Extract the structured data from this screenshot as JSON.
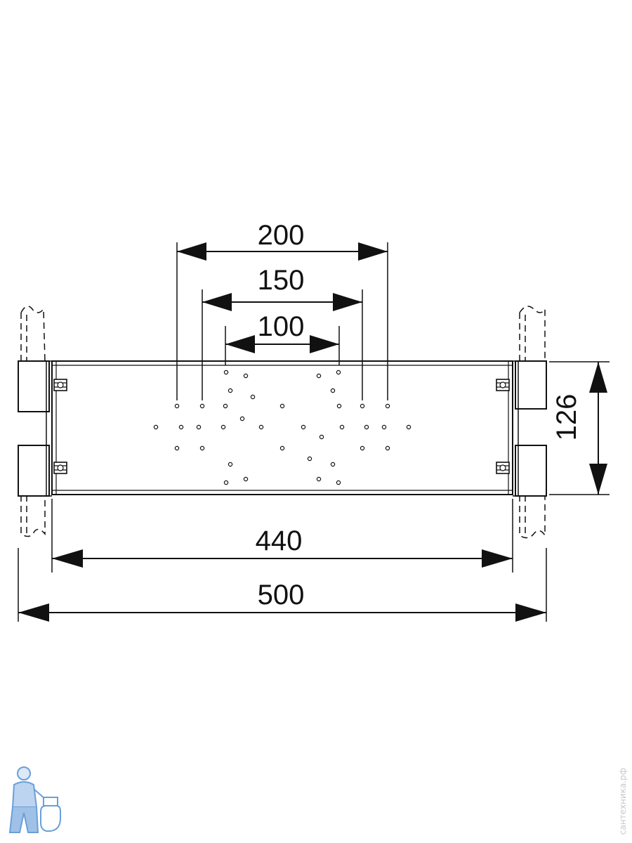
{
  "dimensions": {
    "d200": "200",
    "d150": "150",
    "d100": "100",
    "d440": "440",
    "d500": "500",
    "d126": "126"
  },
  "watermark": "сантехника.рф",
  "colors": {
    "line": "#111111",
    "logo": "#6a9fd8"
  },
  "icons": {
    "logo": "plumber-logo-icon"
  }
}
